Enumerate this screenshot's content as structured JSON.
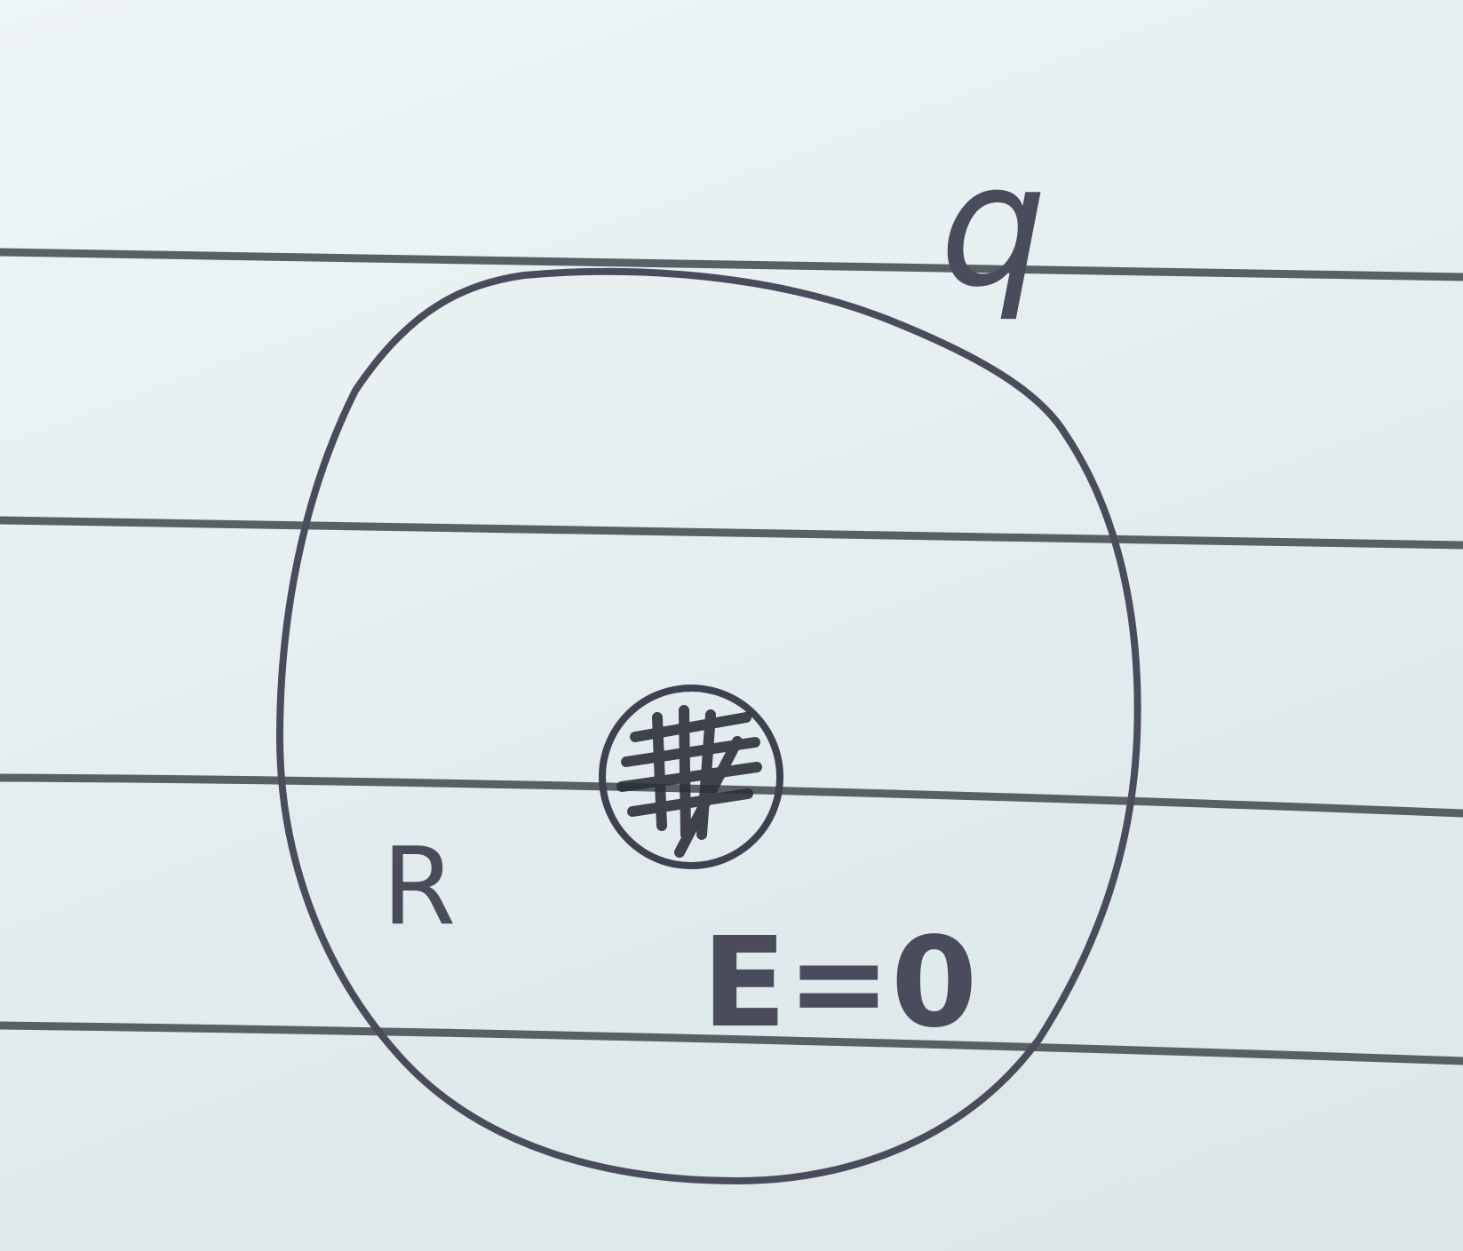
{
  "labels": {
    "charge": "q",
    "radius": "R",
    "field": "E=0"
  },
  "colors": {
    "paper": "#e4eef0",
    "rule_line": "#566065",
    "pencil": "#4a4c5c"
  }
}
